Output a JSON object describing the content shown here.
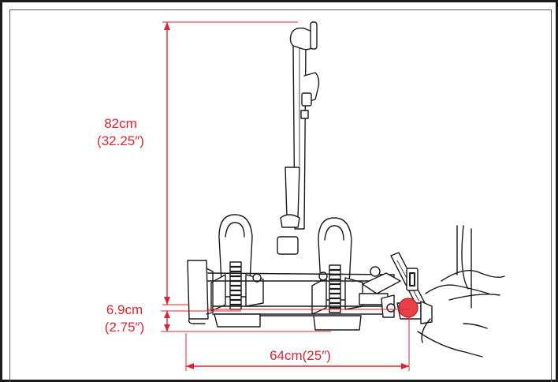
{
  "dimensions": {
    "height": {
      "metric": "82cm",
      "imperial": "(32.25″)"
    },
    "clearance": {
      "metric": "6.9cm",
      "imperial": "(2.75″)"
    },
    "width": {
      "label": "64cm(25″)"
    }
  },
  "colors": {
    "dimension": "#e0242f",
    "line_art": "#1a1a1a",
    "frame": "#1a1a1a"
  }
}
